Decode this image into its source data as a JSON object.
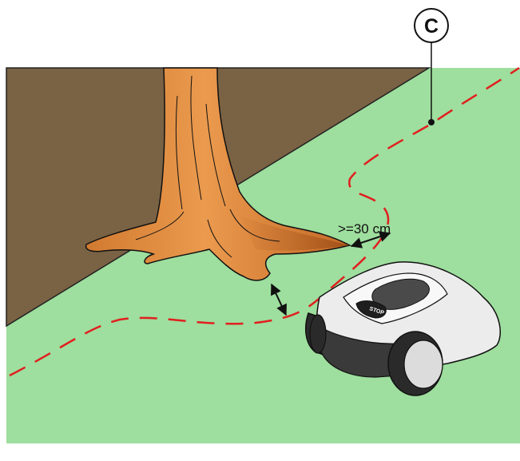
{
  "diagram": {
    "callout_letter": "C",
    "distance_label": ">=30 cm",
    "stop_button_label": "STOP"
  },
  "colors": {
    "lawn": "#9ede9e",
    "soil": "#7a6244",
    "trunk_light": "#e08a40",
    "trunk_dark": "#a2521a",
    "boundary_wire": "#e11f1f",
    "mower_body": "#ececec",
    "mower_dark": "#3a3a3a"
  },
  "icons": {
    "callout": "circle-letter-callout",
    "arrow": "double-headed-arrow",
    "mower": "robotic-mower-illustration"
  }
}
